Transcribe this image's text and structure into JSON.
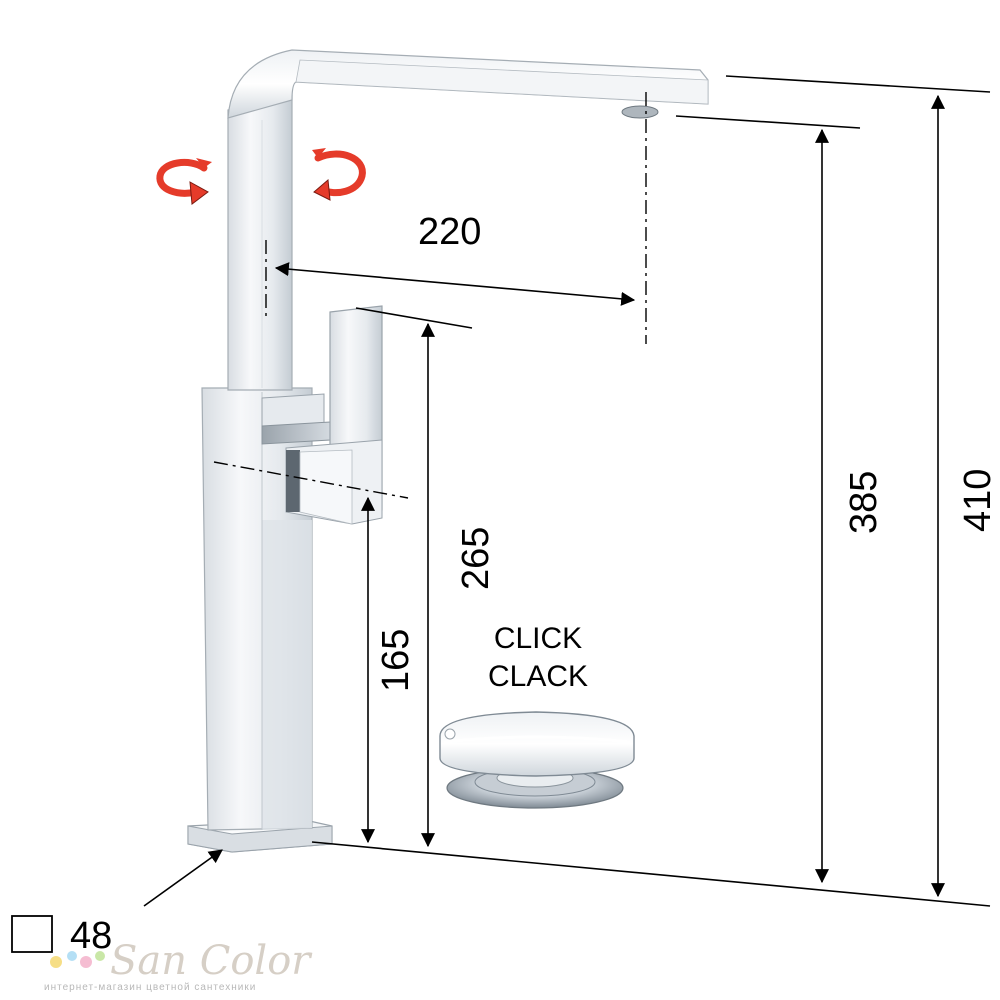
{
  "dimensions": {
    "spout_reach": "220",
    "spout_height_385": "385",
    "overall_height_410": "410",
    "handle_height_265": "265",
    "base_height_165": "165",
    "base_width": "48"
  },
  "drain": {
    "label_line1": "CLICK",
    "label_line2": "CLACK"
  },
  "watermark": {
    "brand": "San Color",
    "tagline": "интернет-магазин цветной сантехники"
  },
  "colors": {
    "rotation_arrows": "#e53b2a",
    "chrome_light": "#f4f6f8",
    "chrome_mid": "#c9d0d6",
    "chrome_dark": "#8a949c",
    "line": "#000000"
  }
}
